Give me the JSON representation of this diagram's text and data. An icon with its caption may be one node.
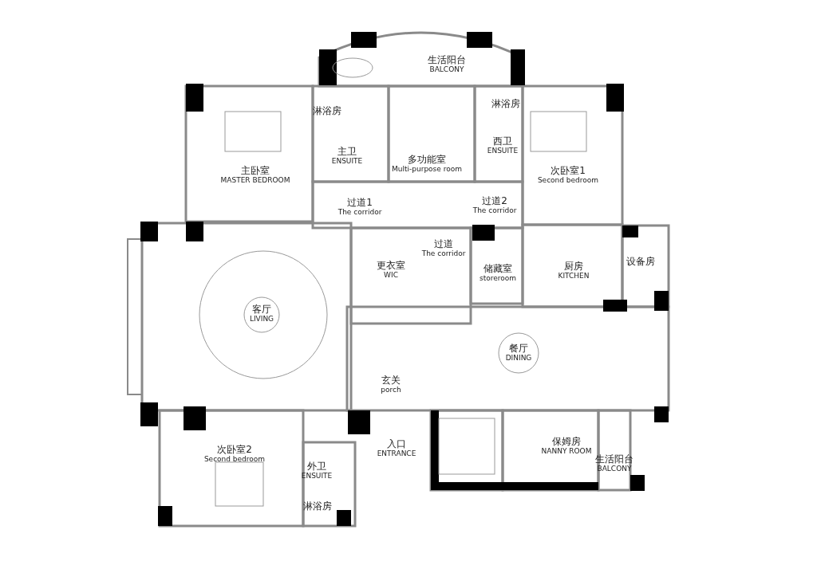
{
  "diagram": {
    "labels": [
      "生活阳台",
      "BALCONY",
      "淋浴房",
      "淋浴房",
      "西卫",
      "ENSUITE",
      "主卫",
      "ENSUITE",
      "多功能室",
      "Multi-purpose room",
      "主卧室",
      "MASTER BEDROOM",
      "次卧室1",
      "Second bedroom",
      "过道2",
      "The corridor",
      "过道1",
      "The corridor",
      "过道",
      "The corridor",
      "设备房",
      "更衣室",
      "WIC",
      "厨房",
      "KITCHEN",
      "储藏室",
      "storeroom",
      "客厅",
      "LIVING",
      "餐厅",
      "DINING",
      "玄关",
      "porch",
      "保姆房",
      "NANNY ROOM",
      "入口",
      "ENTRANCE",
      "次卧室2",
      "Second bedroom",
      "生活阳台",
      "BALCONY",
      "外卫",
      "ENSUITE",
      "淋浴房"
    ]
  }
}
